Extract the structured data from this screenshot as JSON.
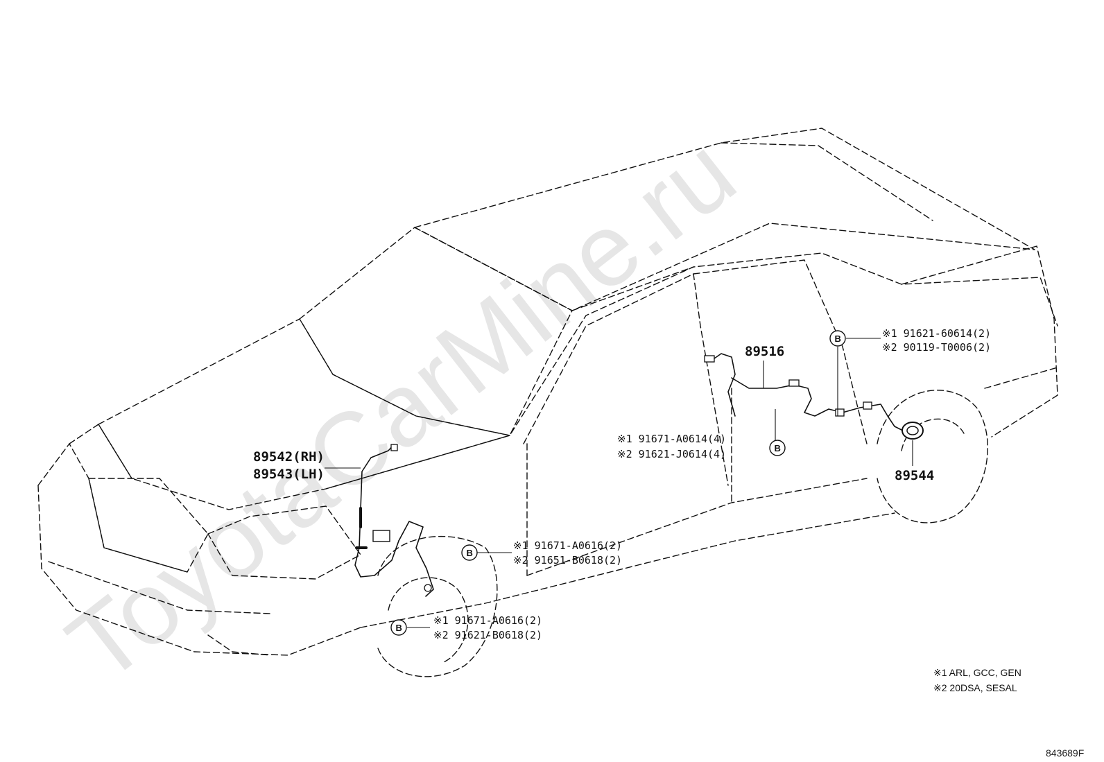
{
  "watermark": "ToyotaCarMine.ru",
  "catalog_id": "843689F",
  "parts": {
    "harness_rear": "89516",
    "front_sensor_rh": "89542(RH)",
    "front_sensor_lh": "89543(LH)",
    "rear_sensor": "89544"
  },
  "callouts": {
    "rear_upper": {
      "symbol": "B",
      "note1": "※1 91621-60614(2)",
      "note2": "※2 90119-T0006(2)"
    },
    "rear_mid": {
      "symbol": "B",
      "note1": "※1 91671-A0614(4)",
      "note2": "※2 91621-J0614(4)"
    },
    "front_upper": {
      "symbol": "B",
      "note1": "※1 91671-A0616(2)",
      "note2": "※2 91651-B0618(2)"
    },
    "front_lower": {
      "symbol": "B",
      "note1": "※1 91671-A0616(2)",
      "note2": "※2 91621-B0618(2)"
    }
  },
  "legend": {
    "line1": "※1  ARL, GCC, GEN",
    "line2": "※2  20DSA, SESAL"
  }
}
